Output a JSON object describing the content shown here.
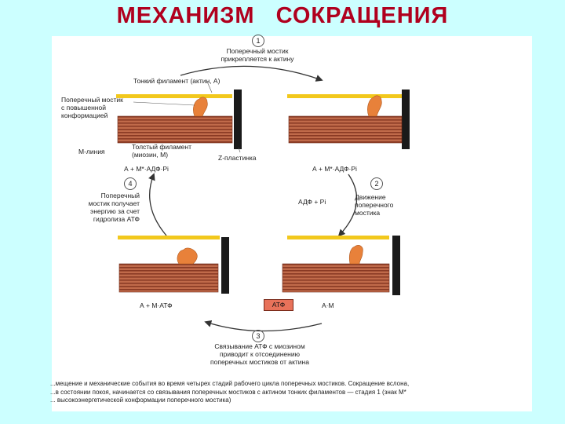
{
  "title": "МЕХАНИЗМ СОКРАЩЕНИЯ",
  "steps": {
    "n1": "1",
    "n2": "2",
    "n3": "3",
    "n4": "4",
    "step1": "Поперечный мостик\nприкрепляется к актину",
    "step2": "Движение\nпоперечного\nмостика",
    "step3": "Связывание АТФ с миозином\nприводит к отсоединению\nпоперечных мостиков от актина",
    "step4": "Поперечный\nмостик получает\nэнергию за счет\nгидролиза АТФ"
  },
  "labels": {
    "thin_filament": "Тонкий филамент (актин, А)",
    "crossbridge_high": "Поперечный мостик\nс повышенной\nконформацией",
    "thick_filament": "Толстый филамент\n(миозин, М)",
    "m_line": "М-линия",
    "z_line": "Z-пластинка"
  },
  "states": {
    "s4_left": "А + М*·АДФ·Pi",
    "s1_right": "А + М*·АДФ·Pi",
    "adp_pi": "АДФ + Pi",
    "amatp": "А + М·АТФ",
    "atp": "АТФ",
    "am": "А·М"
  },
  "caption": "...мещение и механические события во время четырех стадий рабочего цикла поперечных мостиков. Сокращение вслона,\n...в состоянии покоя, начинается со связывания поперечных мостиков с актином тонких филаментов — стадия 1 (знак М*\n... высокоэнергетической конформации поперечного мостика)",
  "colors": {
    "title": "#b0001e",
    "background": "#ccffff",
    "thin_filament": "#f2c81c",
    "thick_filament": "#a0452c",
    "head": "#e8813a",
    "atp_box": "#e8725a"
  }
}
